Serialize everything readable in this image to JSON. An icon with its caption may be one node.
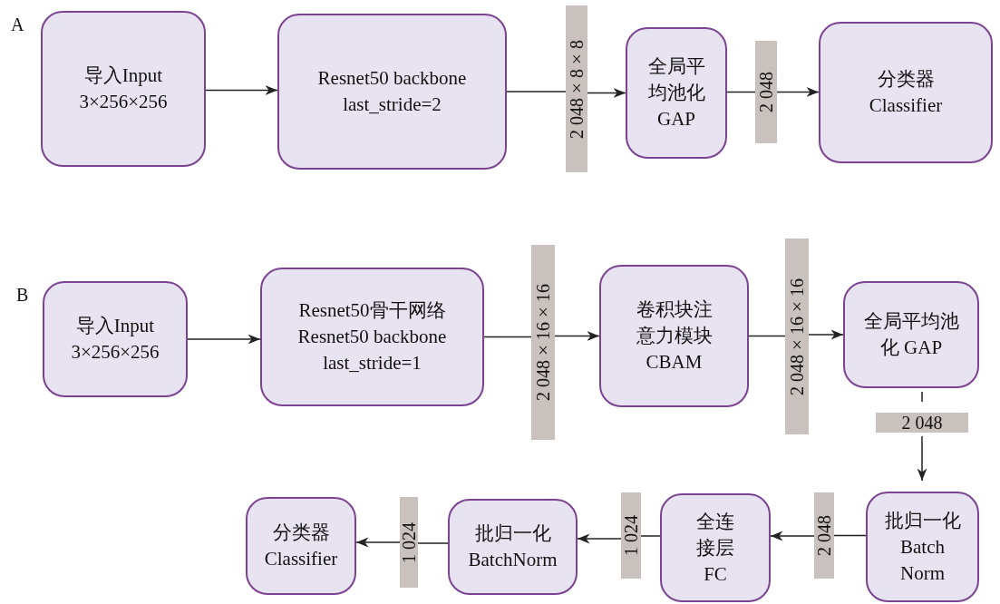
{
  "diagram": {
    "nodes": [
      {
        "text": [
          "导入Input 3×256×256"
        ]
      },
      {
        "text": [
          "Resnet50 backbone last_stride=2"
        ]
      },
      {
        "text": [
          "2 048×8×8"
        ]
      },
      {
        "text": [
          "全局平均池化 GAP"
        ]
      },
      {
        "text": [
          "2 048"
        ]
      },
      {
        "text": [
          "分类器 Classifier"
        ]
      },
      {
        "text": [
          "导入Input 3×256×256"
        ]
      },
      {
        "text": [
          "Resnet50骨干网络 Resnet50 backbone last_stride=1"
        ]
      },
      {
        "text": [
          "2 048×16×16"
        ]
      },
      {
        "text": [
          "卷积块注意力模块 CBAM"
        ]
      },
      {
        "text": [
          "2 048×16×16"
        ]
      },
      {
        "text": [
          "全局平均池化 GAP"
        ]
      },
      {
        "text": [
          "2 048"
        ]
      },
      {
        "text": [
          "批归一化 Batch Norm"
        ]
      },
      {
        "text": [
          "2 048"
        ]
      },
      {
        "text": [
          "全连接层 FC"
        ]
      },
      {
        "text": [
          "1 024"
        ]
      },
      {
        "text": [
          "批归一化 BatchNorm"
        ]
      },
      {
        "text": [
          "1 024"
        ]
      },
      {
        "text": [
          "分类器 Classifier"
        ]
      }
    ],
    "edges": [
      {
        "from": 0,
        "to": 1,
        "arrow": "to"
      },
      {
        "from": 1,
        "to": 2,
        "arrow": "none"
      },
      {
        "from": 2,
        "to": 3,
        "arrow": "to"
      },
      {
        "from": 3,
        "to": 4,
        "arrow": "none"
      },
      {
        "from": 4,
        "to": 5,
        "arrow": "to"
      },
      {
        "from": 6,
        "to": 7,
        "arrow": "to"
      },
      {
        "from": 7,
        "to": 8,
        "arrow": "none"
      },
      {
        "from": 8,
        "to": 9,
        "arrow": "to"
      },
      {
        "from": 9,
        "to": 10,
        "arrow": "none"
      },
      {
        "from": 10,
        "to": 11,
        "arrow": "to"
      },
      {
        "from": 11,
        "to": 12,
        "arrow": "none"
      },
      {
        "from": 12,
        "to": 13,
        "arrow": "to"
      },
      {
        "from": 13,
        "to": 14,
        "arrow": "none"
      },
      {
        "from": 14,
        "to": 15,
        "arrow": "to"
      },
      {
        "from": 15,
        "to": 16,
        "arrow": "none"
      },
      {
        "from": 16,
        "to": 17,
        "arrow": "to"
      },
      {
        "from": 17,
        "to": 18,
        "arrow": "none"
      },
      {
        "from": 18,
        "to": 19,
        "arrow": "to"
      }
    ],
    "labels": [
      "A",
      "B"
    ]
  }
}
